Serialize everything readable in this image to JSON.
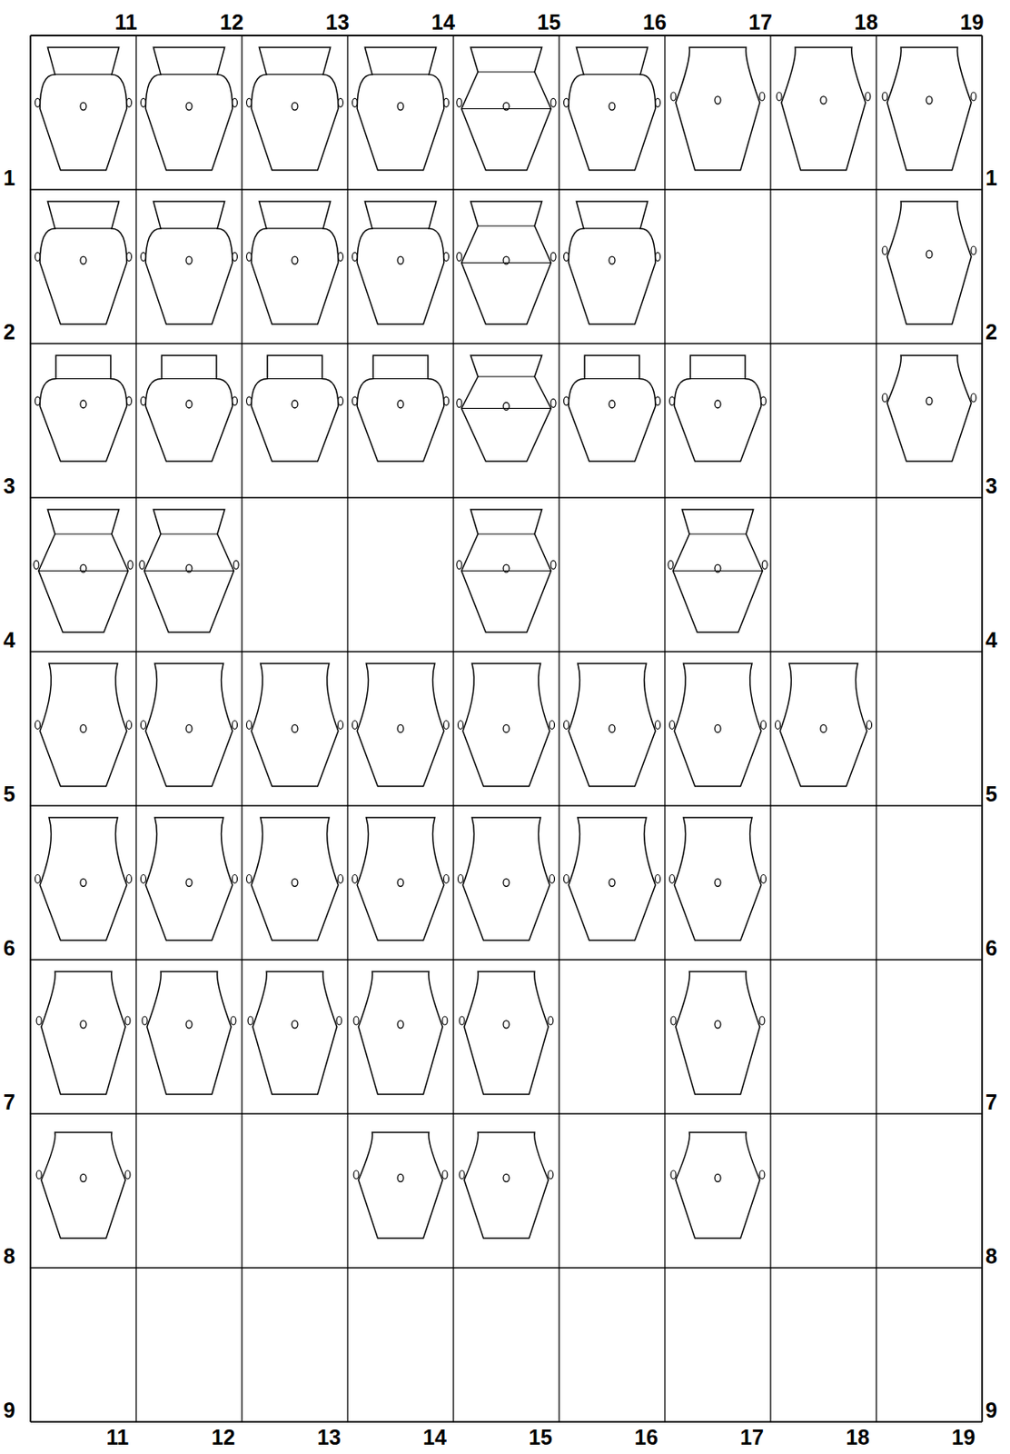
{
  "diagram": {
    "labels": [
      "11",
      "12",
      "13",
      "14",
      "15",
      "16",
      "17",
      "18",
      "19",
      "1",
      "1",
      "2",
      "2",
      "3",
      "3",
      "4",
      "4",
      "5",
      "5",
      "6",
      "6",
      "7",
      "7",
      "8",
      "8",
      "9",
      "9",
      "11",
      "12",
      "13",
      "14",
      "15",
      "16",
      "17",
      "18",
      "19"
    ]
  }
}
